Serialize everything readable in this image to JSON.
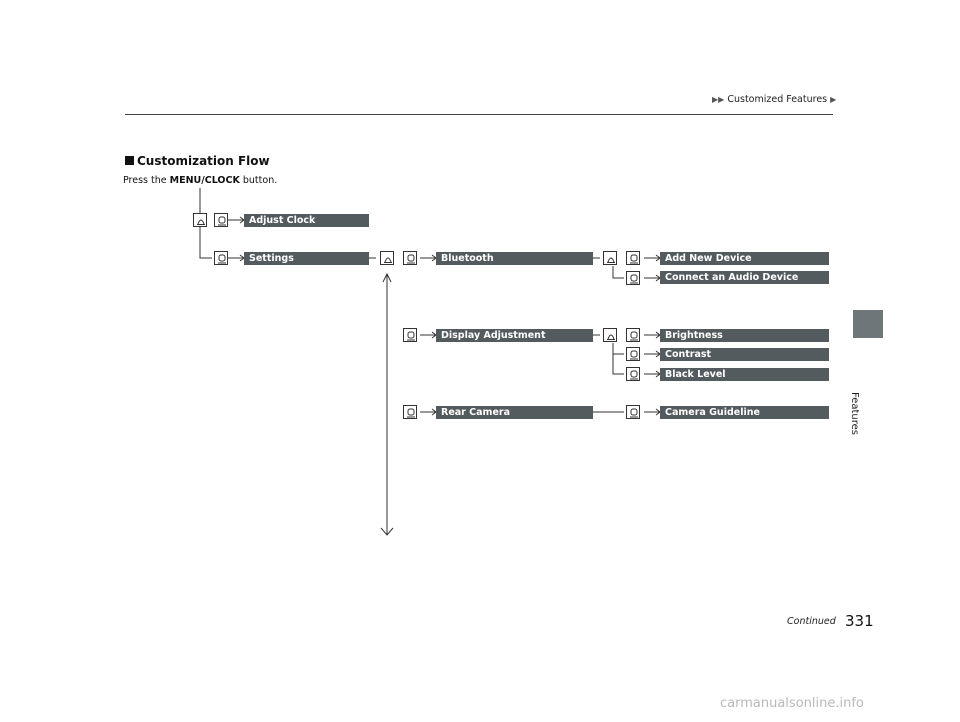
{
  "header": {
    "breadcrumb_label": "Customized Features"
  },
  "side_tab": {
    "label": "Features"
  },
  "section": {
    "title": "Customization Flow",
    "instruction_prefix": "Press the",
    "instruction_button": "MENU/CLOCK",
    "instruction_suffix": "button."
  },
  "flow": {
    "adjust_clock": "Adjust Clock",
    "settings": "Settings",
    "bluetooth": "Bluetooth",
    "add_new_device": "Add New Device",
    "connect_audio_device": "Connect an Audio Device",
    "display_adjustment": "Display Adjustment",
    "brightness": "Brightness",
    "contrast": "Contrast",
    "black_level": "Black Level",
    "rear_camera": "Rear Camera",
    "camera_guideline": "Camera Guideline"
  },
  "footer": {
    "continued": "Continued",
    "page_number": "331",
    "watermark": "carmanualsonline.info"
  }
}
